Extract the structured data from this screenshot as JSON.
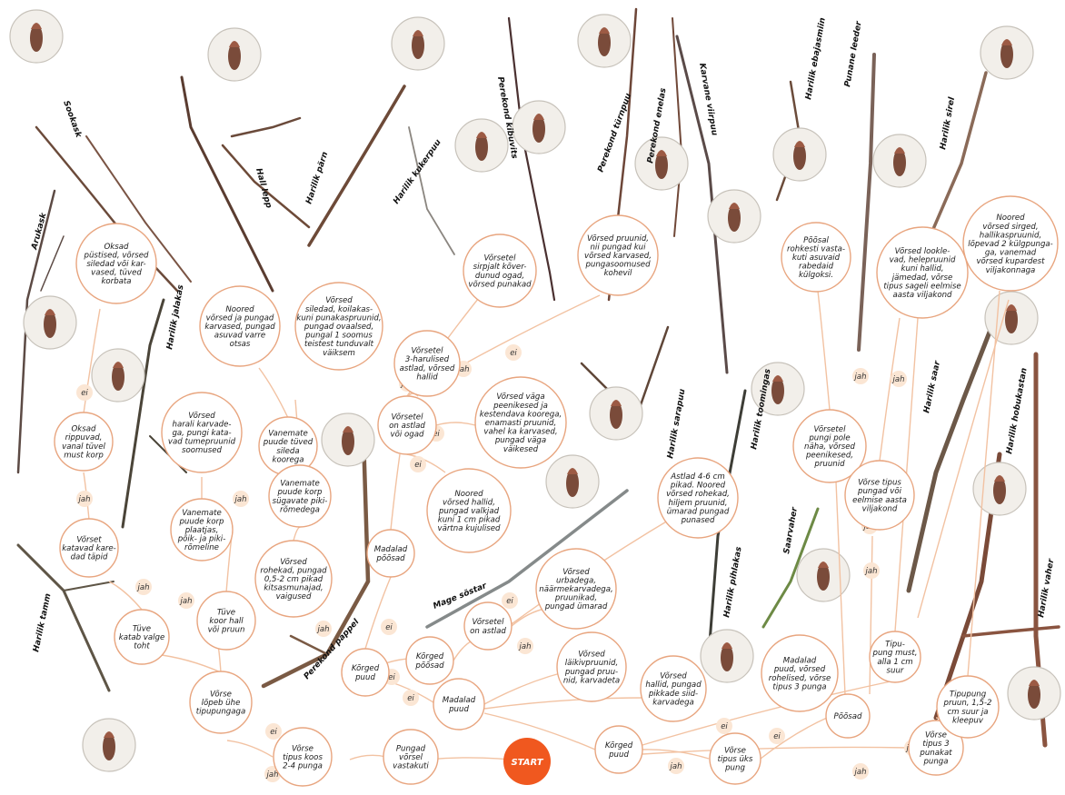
{
  "start": "START",
  "edge_labels": {
    "yes": "jah",
    "no": "ei"
  },
  "nodes": [
    {
      "id": "oksad_pustised",
      "lines": [
        "Oksad",
        "püstised, võrsed",
        "siledad või kar-",
        "vased, tüved",
        "korbata"
      ]
    },
    {
      "id": "oksad_rippuvad",
      "lines": [
        "Oksad",
        "rippuvad,",
        "vanal tüvel",
        "must korp"
      ]
    },
    {
      "id": "vorset_katavad",
      "lines": [
        "Võrset",
        "katavad kare-",
        "dad täpid"
      ]
    },
    {
      "id": "tuve_katab",
      "lines": [
        "Tüve",
        "katab valge",
        "toht"
      ]
    },
    {
      "id": "vorse_lopeb",
      "lines": [
        "Võrse",
        "lõpeb ühe",
        "tipupungaga"
      ]
    },
    {
      "id": "vorse_tipus_koos",
      "lines": [
        "Võrse",
        "tipus koos",
        "2-4 punga"
      ]
    },
    {
      "id": "pungad_vastakuti",
      "lines": [
        "Pungad",
        "võrsel",
        "vastakuti"
      ]
    },
    {
      "id": "noored_vorsed_pungad",
      "lines": [
        "Noored",
        "võrsed ja pungad",
        "karvased, pungad",
        "asuvad varre",
        "otsas"
      ]
    },
    {
      "id": "vorsed_harali",
      "lines": [
        "Võrsed",
        "harali karvade-",
        "ga, pungi kata-",
        "vad tumepruunid",
        "soomused"
      ]
    },
    {
      "id": "vanemate_puude_korp_plaatjas",
      "lines": [
        "Vanemate",
        "puude korp",
        "plaatjas,",
        "põik- ja piki-",
        "rõmeline"
      ]
    },
    {
      "id": "tuve_koor_hall",
      "lines": [
        "Tüve",
        "koor hall",
        "või pruun"
      ]
    },
    {
      "id": "vanemate_puude_tuved",
      "lines": [
        "Vanemate",
        "puude tüved",
        "sileda",
        "koorega"
      ]
    },
    {
      "id": "vanemate_puude_korp_sugavate",
      "lines": [
        "Vanemate",
        "puude korp",
        "sügavate piki-",
        "rõmedega"
      ]
    },
    {
      "id": "vorsed_rohekad_pungad",
      "lines": [
        "Võrsed",
        "rohekad, pungad",
        "0,5-2 cm pikad",
        "kitsasmunajad,",
        "vaigused"
      ]
    },
    {
      "id": "vorsed_siledad_koilakas",
      "lines": [
        "Võrsed",
        "siledad, koilakas-",
        "kuni punakaspruunid,",
        "pungad ovaalsed,",
        "pungal 1 soomus",
        "teistest tunduvalt",
        "väiksem"
      ]
    },
    {
      "id": "vorsetel_kolmeharulised",
      "lines": [
        "Võrsetel",
        "3-harulised",
        "astlad, võrsed",
        "hallid"
      ]
    },
    {
      "id": "vorsetel_sirpjalt",
      "lines": [
        "Võrsetel",
        "sirpjalt kõver-",
        "dunud ogad,",
        "võrsed punakad"
      ]
    },
    {
      "id": "vorsed_pruunid_karvased",
      "lines": [
        "Võrsed pruunid,",
        "nii pungad kui",
        "võrsed karvased,",
        "pungasoomused",
        "kohevil"
      ]
    },
    {
      "id": "vorsetel_astlad_ogad",
      "lines": [
        "Võrsetel",
        "on astlad",
        "või ogad"
      ]
    },
    {
      "id": "vorsed_vaga_peenikesed",
      "lines": [
        "Võrsed väga",
        "peenikesed ja",
        "kestendava koorega,",
        "enamasti pruunid,",
        "vahel ka karvased,",
        "pungad väga",
        "väikesed"
      ]
    },
    {
      "id": "noored_vorsed_hallid",
      "lines": [
        "Noored",
        "võrsed hallid,",
        "pungad valkjad",
        "kuni 1 cm pikad",
        "värtna kujulised"
      ]
    },
    {
      "id": "madalad_poosad",
      "lines": [
        "Madalad",
        "põõsad"
      ]
    },
    {
      "id": "korged_puud_left",
      "lines": [
        "Kõrged",
        "puud"
      ]
    },
    {
      "id": "korged_poosad",
      "lines": [
        "Kõrged",
        "põõsad"
      ]
    },
    {
      "id": "vorsetel_on_astlad",
      "lines": [
        "Võrsetel",
        "on astlad"
      ]
    },
    {
      "id": "vorsed_urbadega",
      "lines": [
        "Võrsed",
        "urbadega,",
        "näärmekarvadega,",
        "pruunikad,",
        "pungad ümarad"
      ]
    },
    {
      "id": "astlad_4_6",
      "lines": [
        "Astlad 4-6 cm",
        "pikad. Noored",
        "võrsed rohekad,",
        "hiljem pruunid,",
        "ümarad pungad",
        "punased"
      ]
    },
    {
      "id": "madalad_puud",
      "lines": [
        "Madalad",
        "puud"
      ]
    },
    {
      "id": "vorsed_laikivpruunid",
      "lines": [
        "Võrsed",
        "läikivpruunid,",
        "pungad pruu-",
        "nid, karvadeta"
      ]
    },
    {
      "id": "vorsed_hallid_pungad",
      "lines": [
        "Võrsed",
        "hallid, pungad",
        "pikkade siid-",
        "karvadega"
      ]
    },
    {
      "id": "korged_puud_right",
      "lines": [
        "Kõrged",
        "puud"
      ]
    },
    {
      "id": "vorse_tipus_uks",
      "lines": [
        "Võrse",
        "tipus üks",
        "pung"
      ]
    },
    {
      "id": "madalad_puud_vorsed",
      "lines": [
        "Madalad",
        "puud, võrsed",
        "rohelised, võrse",
        "tipus 3 punga"
      ]
    },
    {
      "id": "poosad",
      "lines": [
        "Põõsad"
      ]
    },
    {
      "id": "tipupung_must",
      "lines": [
        "Tipu-",
        "pung must,",
        "alla 1 cm",
        "suur"
      ]
    },
    {
      "id": "vorse_tipus_3",
      "lines": [
        "Võrse",
        "tipus 3",
        "punakat",
        "punga"
      ]
    },
    {
      "id": "tipupung_pruun",
      "lines": [
        "Tipupung",
        "pruun, 1,5-2",
        "cm suur ja",
        "kleepuv"
      ]
    },
    {
      "id": "vorsetel_pungi_pole",
      "lines": [
        "Võrsetel",
        "pungi pole",
        "näha, võrsed",
        "peenikesed,",
        "pruunid"
      ]
    },
    {
      "id": "vorse_tipus_pungad",
      "lines": [
        "Võrse tipus",
        "pungad või",
        "eelmise aasta",
        "viljakond"
      ]
    },
    {
      "id": "poosal_rohkesti",
      "lines": [
        "Põõsal",
        "rohkesti vasta-",
        "kuti asuvaid",
        "rabedaid",
        "külgoksi."
      ]
    },
    {
      "id": "vorsed_lookle",
      "lines": [
        "Võrsed lookle-",
        "vad, helepruunid",
        "kuni hallid,",
        "jämedad, võrse",
        "tipus sageli eelmise",
        "aasta viljakond"
      ]
    },
    {
      "id": "noored_vorsed_sirged",
      "lines": [
        "Noored",
        "võrsed sirged,",
        "hallikaspruunid,",
        "lõpevad 2 külgpunga-",
        "ga, vanemad",
        "võrsed kupardest",
        "viljakonnaga"
      ]
    }
  ],
  "species": [
    {
      "id": "sookask",
      "label": "Sookask"
    },
    {
      "id": "hall_lepp",
      "label": "Hall lepp"
    },
    {
      "id": "harilik_parn",
      "label": "Harilik pärn"
    },
    {
      "id": "arukask",
      "label": "Arukask"
    },
    {
      "id": "harilik_jalakas",
      "label": "Harilik jalakas"
    },
    {
      "id": "harilik_tamm",
      "label": "Harilik tamm"
    },
    {
      "id": "perekond_pappel",
      "label": "Perekond pappel"
    },
    {
      "id": "harilik_kukerpuu",
      "label": "Harilik kukerpuu"
    },
    {
      "id": "perekond_kibuvits",
      "label": "Perekond kibuvits"
    },
    {
      "id": "perekond_toompuu",
      "label": "Perekond türnpuu"
    },
    {
      "id": "perekond_enelas",
      "label": "Perekond enelas"
    },
    {
      "id": "karvane_viirpuu",
      "label": "Karvane viirpuu"
    },
    {
      "id": "harilik_ebajasmiin",
      "label": "Harilik ebajasmiin"
    },
    {
      "id": "punane_leeder",
      "label": "Punane leeder"
    },
    {
      "id": "harilik_sirel",
      "label": "Harilik sirel"
    },
    {
      "id": "harilik_sarapuu",
      "label": "Harilik sarapuu"
    },
    {
      "id": "mage_sostar",
      "label": "Mage sõstar"
    },
    {
      "id": "harilik_toomingas",
      "label": "Harilik toomingas"
    },
    {
      "id": "harilik_pihlakas",
      "label": "Harilik pihlakas"
    },
    {
      "id": "saarvaher",
      "label": "Saarvaher"
    },
    {
      "id": "harilik_saar",
      "label": "Harilik saar"
    },
    {
      "id": "harilik_hobukastan",
      "label": "Harilik hobukastan"
    },
    {
      "id": "harilik_vaher",
      "label": "Harilik vaher"
    }
  ]
}
